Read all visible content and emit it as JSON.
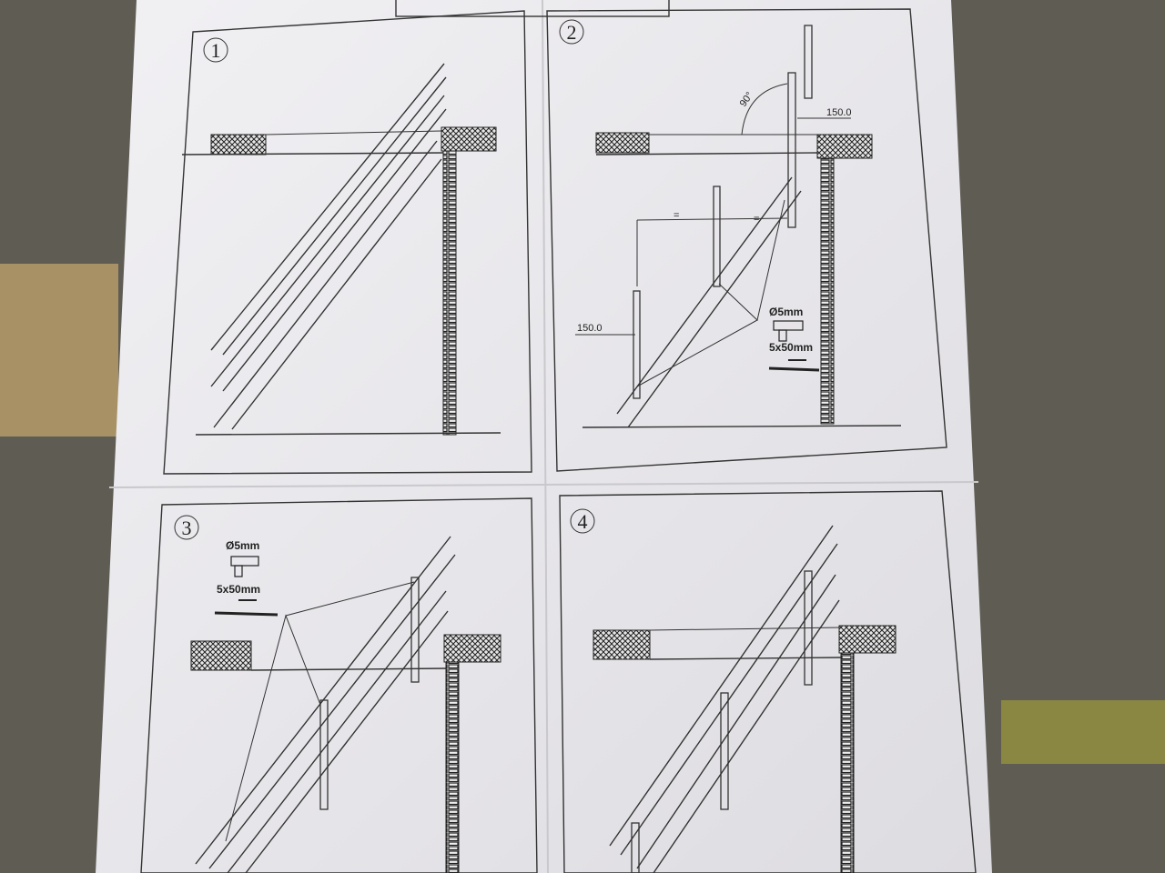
{
  "panels": [
    {
      "number": "1"
    },
    {
      "number": "2",
      "angle_label": "90°",
      "top_dim": "150.0",
      "left_dim": "150.0",
      "equal_mark_a": "=",
      "equal_mark_b": "=",
      "drill_label": "Ø5mm",
      "screw_label": "5x50mm"
    },
    {
      "number": "3",
      "drill_label": "Ø5mm",
      "screw_label": "5x50mm"
    },
    {
      "number": "4"
    }
  ],
  "colors": {
    "paper": "#ecebee",
    "background": "#5d5a52",
    "ink": "#2a2a2a"
  }
}
